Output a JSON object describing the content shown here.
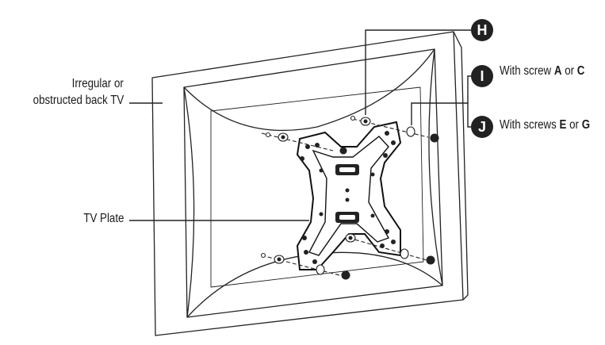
{
  "labels": {
    "tv_back_line1": "Irregular or",
    "tv_back_line2": "obstructed back TV",
    "tv_plate": "TV Plate"
  },
  "callouts": {
    "h": {
      "letter": "H"
    },
    "i": {
      "letter": "I",
      "text_prefix": "With screw ",
      "screw1": "A",
      "conj": " or ",
      "screw2": "C"
    },
    "j": {
      "letter": "J",
      "text_prefix": "With screws ",
      "screw1": "E",
      "conj": " or ",
      "screw2": "G"
    }
  },
  "colors": {
    "ink": "#222222",
    "panel": "#ffffff"
  }
}
